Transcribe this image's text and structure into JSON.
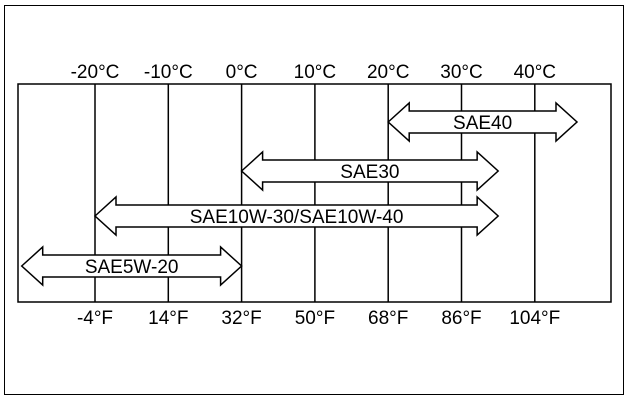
{
  "diagram": {
    "temperature_scale": [
      {
        "celsius": "-20°C",
        "fahrenheit": "-4°F"
      },
      {
        "celsius": "-10°C",
        "fahrenheit": "14°F"
      },
      {
        "celsius": "0°C",
        "fahrenheit": "32°F"
      },
      {
        "celsius": "10°C",
        "fahrenheit": "50°F"
      },
      {
        "celsius": "20°C",
        "fahrenheit": "68°F"
      },
      {
        "celsius": "30°C",
        "fahrenheit": "86°F"
      },
      {
        "celsius": "40°C",
        "fahrenheit": "104°F"
      }
    ],
    "oil_ranges": [
      {
        "label": "SAE40",
        "from_celsius": 20,
        "to_celsius": 40,
        "open_end": true
      },
      {
        "label": "SAE30",
        "from_celsius": 0,
        "to_celsius": 35,
        "open_end": false
      },
      {
        "label": "SAE10W-30/SAE10W-40",
        "from_celsius": -20,
        "to_celsius": 35,
        "open_end": false
      },
      {
        "label": "SAE5W-20",
        "from_celsius": -30,
        "to_celsius": 0,
        "open_end": false
      }
    ],
    "colors": {
      "line": "#000000",
      "fill": "#ffffff"
    }
  }
}
